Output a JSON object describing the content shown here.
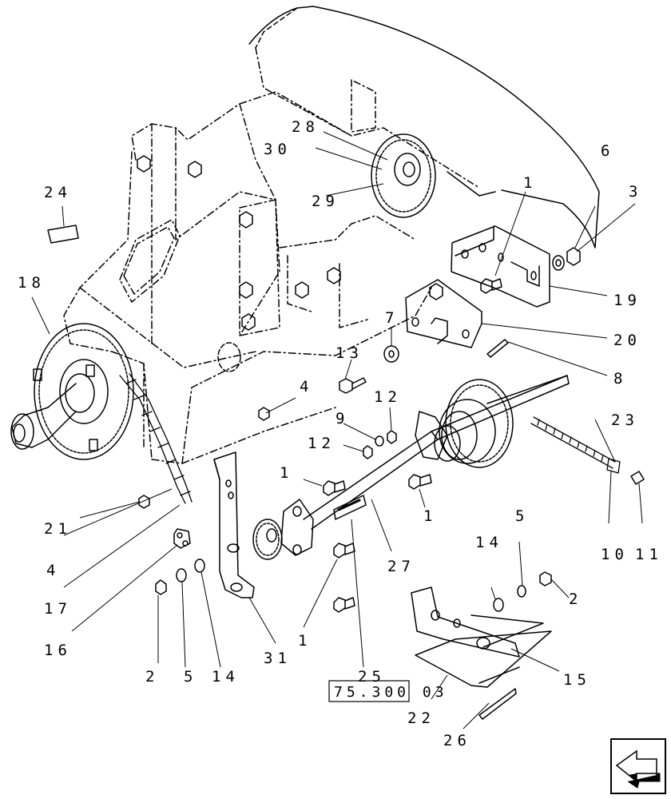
{
  "callouts": {
    "c1a": "1",
    "c1b": "1",
    "c1c": "1",
    "c1d": "1",
    "c2a": "2",
    "c2b": "2",
    "c3": "3",
    "c4a": "4",
    "c4b": "4",
    "c5a": "5",
    "c5b": "5",
    "c6": "6",
    "c7": "7",
    "c8": "8",
    "c9": "9",
    "c10": "10",
    "c11": "11",
    "c12a": "12",
    "c12b": "12",
    "c13": "13",
    "c14a": "14",
    "c14b": "14",
    "c15": "15",
    "c16": "16",
    "c17": "17",
    "c18": "18",
    "c19": "19",
    "c20": "20",
    "c21": "21",
    "c22": "22",
    "c23": "23",
    "c24": "24",
    "c25": "25",
    "c26": "26",
    "c27": "27",
    "c28": "28",
    "c29": "29",
    "c30": "30",
    "c31": "31"
  },
  "reference": {
    "text": "75.300 03"
  },
  "nav": {
    "icon": "next-page-arrow-icon"
  }
}
